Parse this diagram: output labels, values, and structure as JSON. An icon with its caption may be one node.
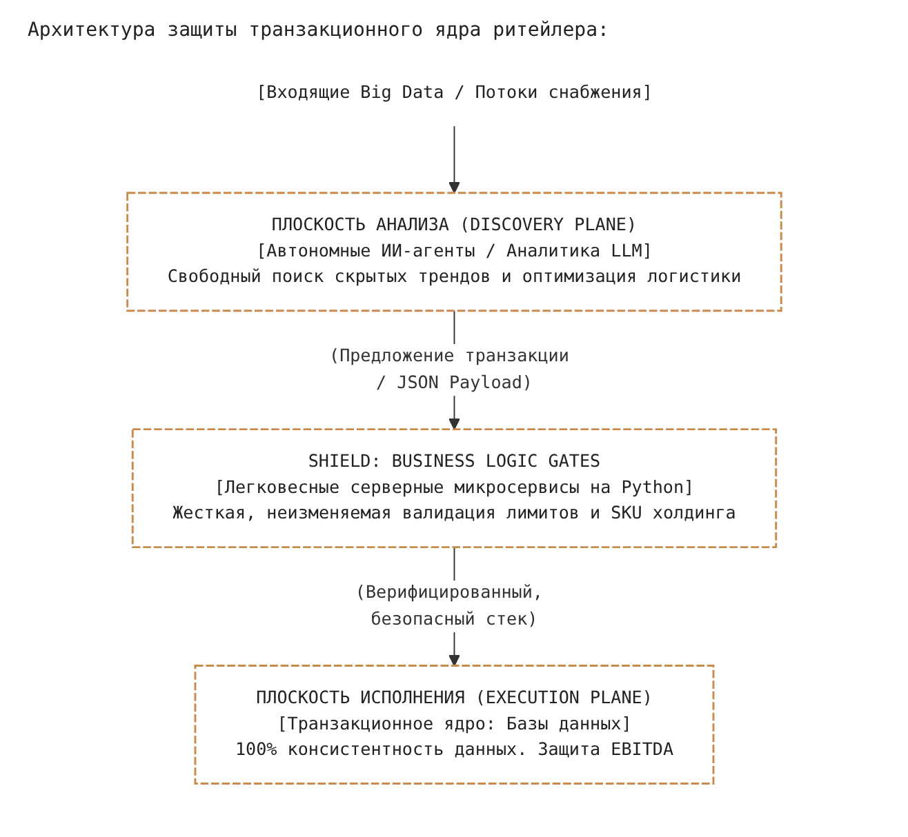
{
  "diagram": {
    "title": "Архитектура защиты транзакционного ядра ритейлера:",
    "nodes": [
      {
        "text": [
          "[Входящие Big Data / Потоки снабжения]"
        ]
      },
      {
        "text": [
          "ПЛОСКОСТЬ АНАЛИЗА (DISCOVERY PLANE)",
          "[Автономные ИИ-агенты / Аналитика LLM]",
          "Свободный поиск скрытых трендов и оптимизация логистики"
        ]
      },
      {
        "text": [
          "SHIELD: BUSINESS LOGIC GATES",
          "[Легковесные серверные микросервисы на Python]",
          "Жесткая, неизменяемая валидация лимитов и SKU холдинга"
        ]
      },
      {
        "text": [
          "ПЛОСКОСТЬ ИСПОЛНЕНИЯ (EXECUTION PLANE)",
          "[Транзакционное ядро: Базы данных]",
          "100% консистентность данных. Защита EBITDA"
        ]
      }
    ],
    "edges": [
      {
        "from": 0,
        "to": 1,
        "arrow": "to"
      },
      {
        "from": 1,
        "to": 2,
        "arrow": "to",
        "label": "(Предложение транзакции / JSON Payload)"
      },
      {
        "from": 2,
        "to": 3,
        "arrow": "to",
        "label": "(Верифицированный, безопасный стек)"
      }
    ]
  }
}
